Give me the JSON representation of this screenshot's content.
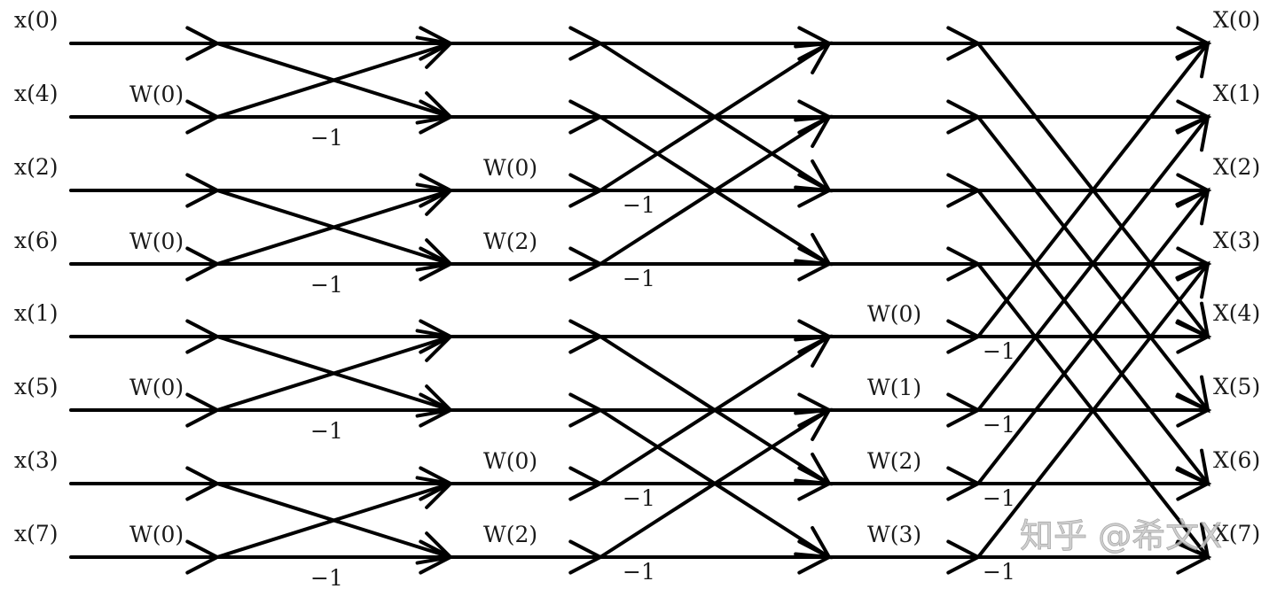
{
  "title": "8-point radix-2 DIT FFT butterfly diagram",
  "inputs": [
    "x(0)",
    "x(4)",
    "x(2)",
    "x(6)",
    "x(1)",
    "x(5)",
    "x(3)",
    "x(7)"
  ],
  "outputs": [
    "X(0)",
    "X(1)",
    "X(2)",
    "X(3)",
    "X(4)",
    "X(5)",
    "X(6)",
    "X(7)"
  ],
  "stages": [
    {
      "span": 1,
      "twiddles": [
        {
          "row": 1,
          "label": "W(0)"
        },
        {
          "row": 3,
          "label": "W(0)"
        },
        {
          "row": 5,
          "label": "W(0)"
        },
        {
          "row": 7,
          "label": "W(0)"
        }
      ],
      "minus_one": [
        1,
        3,
        5,
        7
      ]
    },
    {
      "span": 2,
      "twiddles": [
        {
          "row": 2,
          "label": "W(0)"
        },
        {
          "row": 3,
          "label": "W(2)"
        },
        {
          "row": 6,
          "label": "W(0)"
        },
        {
          "row": 7,
          "label": "W(2)"
        }
      ],
      "minus_one": [
        2,
        3,
        6,
        7
      ]
    },
    {
      "span": 4,
      "twiddles": [
        {
          "row": 4,
          "label": "W(0)"
        },
        {
          "row": 5,
          "label": "W(1)"
        },
        {
          "row": 6,
          "label": "W(2)"
        },
        {
          "row": 7,
          "label": "W(3)"
        }
      ],
      "minus_one": [
        4,
        5,
        6,
        7
      ]
    }
  ],
  "minus_one_label": "−1",
  "watermark": "知乎 @希文X"
}
